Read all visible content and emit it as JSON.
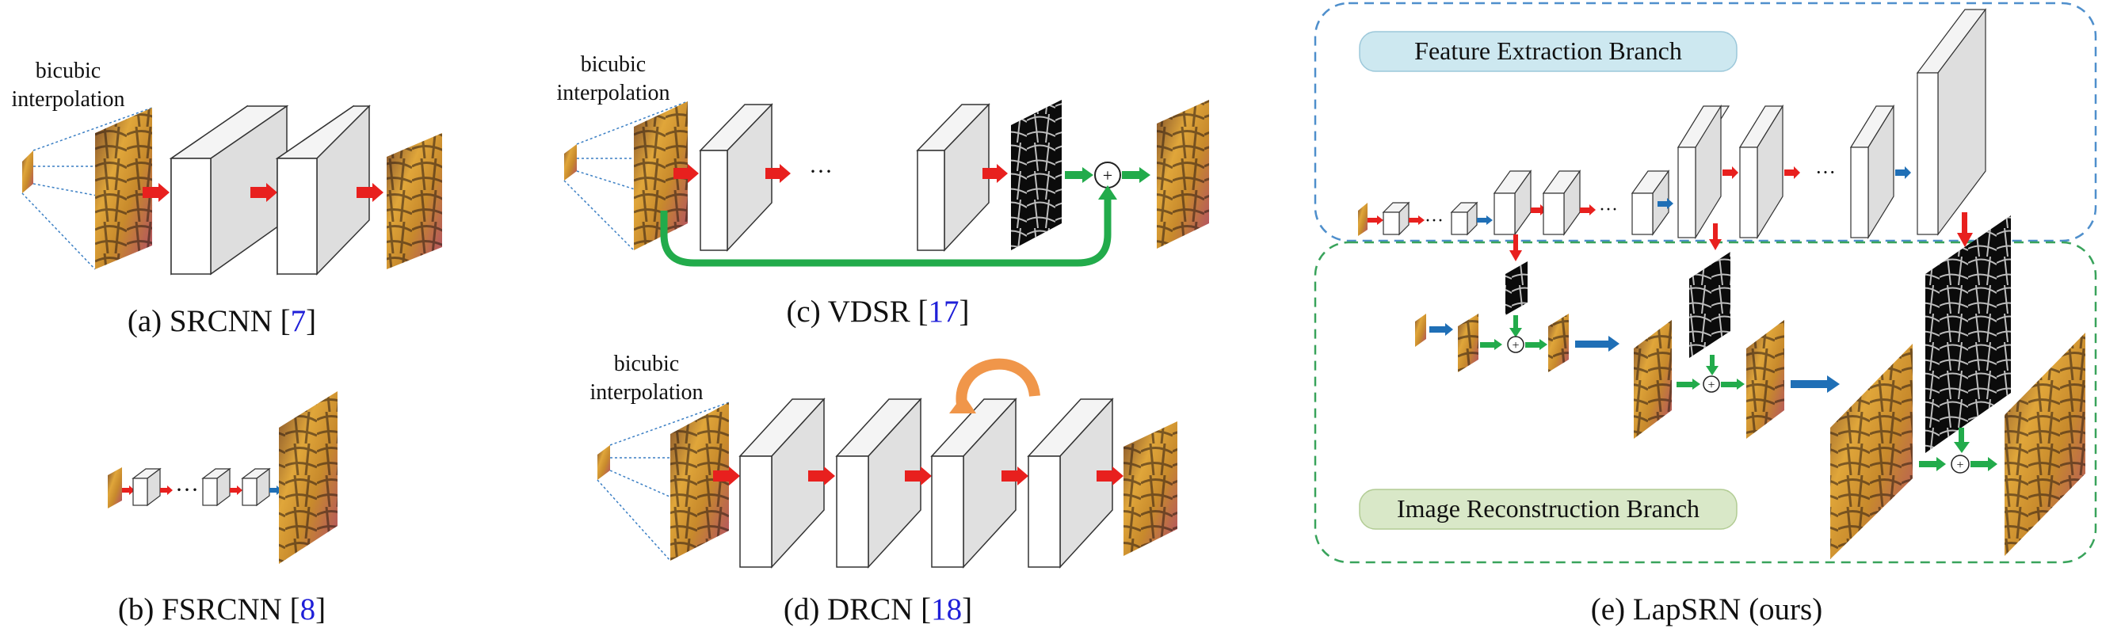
{
  "colors": {
    "arrow_conv": "#e8201e",
    "arrow_upsample": "#1f6fb6",
    "arrow_add": "#22ab4b",
    "recursion": "#f0964a",
    "feature_box_fill": "#cde8f0",
    "recon_box_fill": "#d9e8c8",
    "feature_border": "#4f8fcc",
    "recon_border": "#39a35b",
    "link_ref": "#1f1fd8"
  },
  "panels": {
    "a": {
      "note_line1": "bicubic",
      "note_line2": "interpolation",
      "caption_prefix": "(a) SRCNN [",
      "caption_ref": "7",
      "caption_suffix": "]"
    },
    "b": {
      "ellipsis": "···",
      "caption_prefix": "(b) FSRCNN [",
      "caption_ref": "8",
      "caption_suffix": "]"
    },
    "c": {
      "note_line1": "bicubic",
      "note_line2": "interpolation",
      "ellipsis": "···",
      "plus": "+",
      "caption_prefix": "(c) VDSR [",
      "caption_ref": "17",
      "caption_suffix": "]"
    },
    "d": {
      "note_line1": "bicubic",
      "note_line2": "interpolation",
      "caption_prefix": "(d) DRCN [",
      "caption_ref": "18",
      "caption_suffix": "]"
    },
    "e": {
      "feature_branch": "Feature Extraction Branch",
      "recon_branch": "Image Reconstruction Branch",
      "ellipsis": "···",
      "plus": "+",
      "caption": "(e) LapSRN (ours)"
    }
  }
}
